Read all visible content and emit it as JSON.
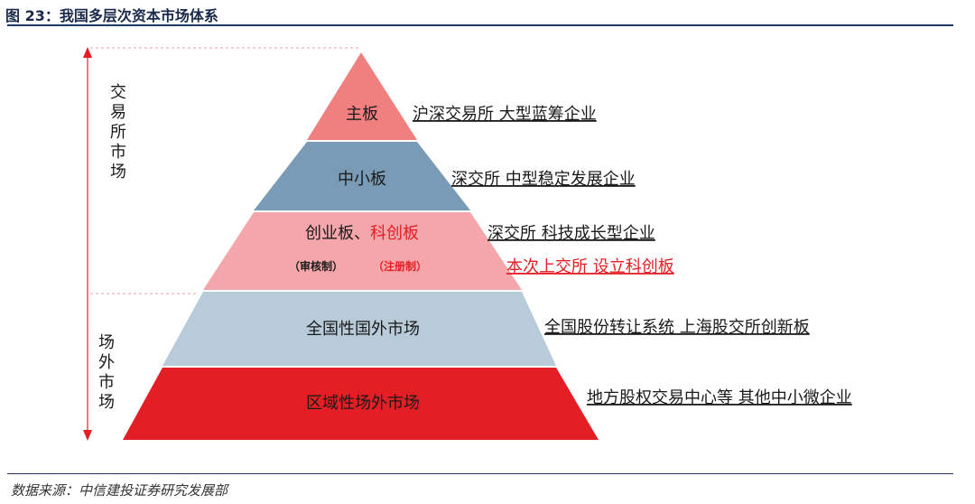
{
  "title": "图 23：我国多层次资本市场体系",
  "source": "数据来源：中信建投证券研究发展部",
  "colors": {
    "main_board": "#f08080",
    "sme_board": "#7a9bb5",
    "gem_board": "#f4a6aa",
    "neeq": "#b8cbd9",
    "regional": "#e31e24",
    "accent_red": "#e31e24",
    "rule": "#1f3864"
  },
  "side": {
    "exchange": [
      "交",
      "易",
      "所",
      "市",
      "场"
    ],
    "otc": [
      "场",
      "外",
      "市",
      "场"
    ]
  },
  "layers": [
    {
      "label": "主板",
      "desc": "沪深交易所 大型蓝筹企业"
    },
    {
      "label": "中小板",
      "desc": "深交所 中型稳定发展企业"
    },
    {
      "label_a": "创业板、",
      "label_b": "科创板",
      "sub_a": "（审核制）",
      "sub_b": "（注册制）",
      "desc": "深交所 科技成长型企业",
      "desc2": "本次上交所 设立科创板"
    },
    {
      "label": "全国性国外市场",
      "desc": "全国股份转让系统 上海股交所创新板"
    },
    {
      "label": "区域性场外市场",
      "desc": "地方股权交易中心等 其他中小微企业"
    }
  ]
}
